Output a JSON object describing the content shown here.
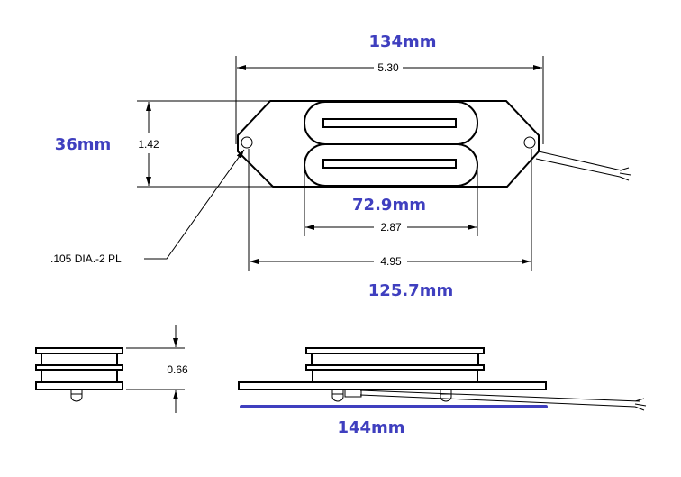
{
  "colors": {
    "metric": "#3f3fbf",
    "line": "#000000"
  },
  "labels": {
    "overall_length_in": "5.30",
    "overall_length_mm": "134mm",
    "width_in": "1.42",
    "width_mm": "36mm",
    "pole_length_in": "2.87",
    "pole_length_mm": "72.9mm",
    "hole_spacing_in": "4.95",
    "hole_spacing_mm": "125.7mm",
    "hole_note": ".105 DIA.-2 PL",
    "height_in": "0.66",
    "base_length_mm": "144mm"
  }
}
